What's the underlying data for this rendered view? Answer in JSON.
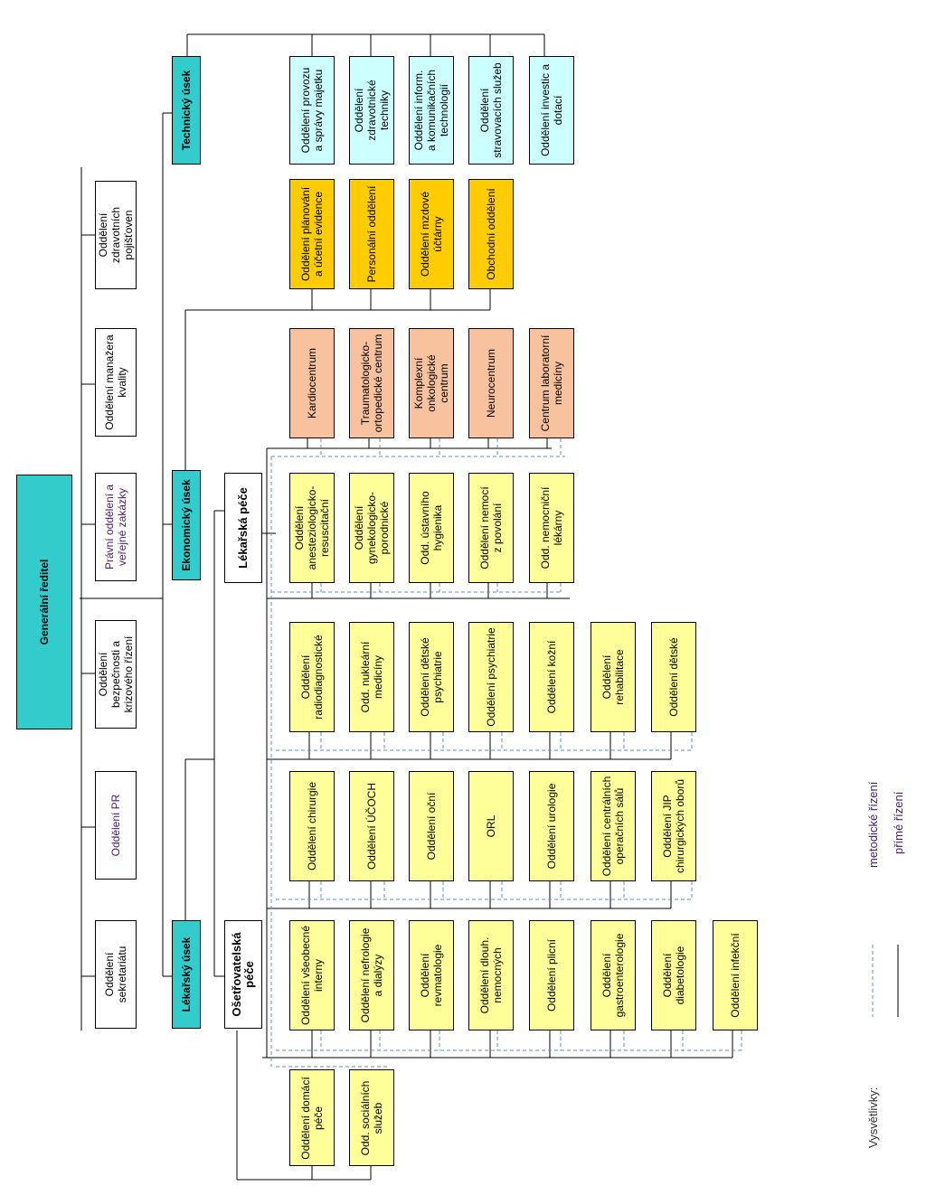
{
  "top": {
    "director": "Generální ředitel",
    "staff": [
      "Oddělení\nsekretariátu",
      "Oddělení PR",
      "Oddělení\nbezpečnosti a\nkrizového řízení",
      "Právní oddělení a\nveřejné zakázky",
      "Oddělení manažera\nkvality",
      "Oddělení\nzdravotních\npojišťoven"
    ]
  },
  "divisions": {
    "medical": "Lékařský úsek",
    "economic": "Ekonomický úsek",
    "technical": "Technický úsek"
  },
  "subdivisions": {
    "nursing": "Ošetřovatelská\npéče",
    "medical_care": "Lékařská péče"
  },
  "technical_units": [
    "Oddělení provozu\na správy majetku",
    "Oddělení\nzdravotnické\ntechniky",
    "Oddělení inform.\na komunikačních\ntechnologií",
    "Oddělení\nstravovacích služeb",
    "Oddělení investic a\ndotací"
  ],
  "economic_units": [
    "Oddělení plánování\na účetní evidence",
    "Personální oddělení",
    "Oddělení mzdové\núčtárny",
    "Obchodní oddělení"
  ],
  "centers": [
    "Kardiocentrum",
    "Traumatologicko-\nortopedické centrum",
    "Komplexní\nonkologické\ncentrum",
    "Neurocentrum",
    "Centrum laboratorní\nmedicíny"
  ],
  "medical_col1": [
    "Oddělení\nanesteziologicko-\nresuscitační",
    "Oddělení\ngynekologicko-\nporodnické",
    "Odd. ústavního\nhygienika",
    "Oddělení nemocí\nz povolání",
    "Odd. nemocniční\nlékárny"
  ],
  "medical_col2": [
    "Oddělení\nradiodiagnostické",
    "Odd. nukleární\nmedicíny",
    "Oddělení dětské\npsychiatrie",
    "Oddělení psychiatrie",
    "Oddělení kožní",
    "Oddělení\nrehabilitace",
    "Oddělení dětské"
  ],
  "medical_col3": [
    "Oddělení chirurgie",
    "Oddělení ÚČOCH",
    "Oddělení oční",
    "ORL",
    "Oddělení urologie",
    "Oddělení centrálních\noperačních sálů",
    "Oddělení JIP\nchirurgických oborů"
  ],
  "medical_col4": [
    "Oddělení všeobecné\ninterny",
    "Oddělení nefrologie\na dialýzy",
    "Oddělení\nrevmatologie",
    "Oddělení dlouh.\nnemocných",
    "Oddělení plicní",
    "Oddělení\ngastroenterologie",
    "Oddělení\ndiabetologie",
    "Oddělení infekční"
  ],
  "nursing_units": [
    "Oddělení domácí\npéče",
    "Odd. sociálních\nslužeb"
  ],
  "legend": {
    "title": "Vysvětlivky:",
    "dashed": "metodické řízení",
    "solid": "přímé řízení"
  },
  "colors": {
    "division": "#33cccc",
    "technical": "#ccffff",
    "center": "#f8c29e",
    "economic": "#ffcc00",
    "department": "#ffff99",
    "dashed_line": "#5b8fd0"
  }
}
